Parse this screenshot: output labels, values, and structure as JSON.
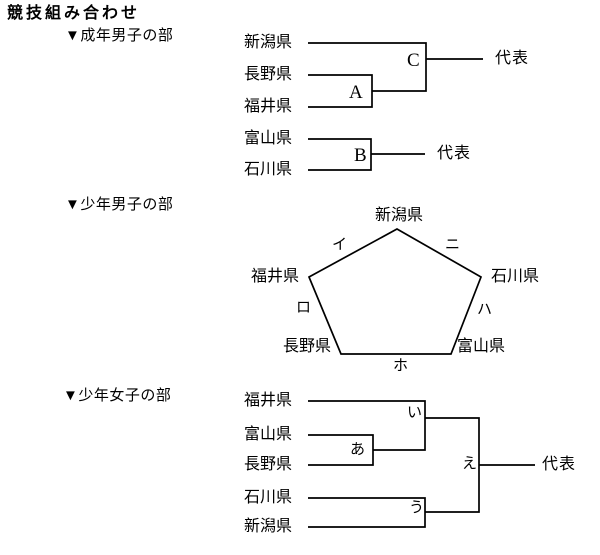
{
  "title": "競技組み合わせ",
  "colors": {
    "ink": "#000000",
    "background": "#ffffff"
  },
  "adult_men": {
    "heading": "▼成年男子の部",
    "upper": {
      "teams": [
        "新潟県",
        "長野県",
        "福井県"
      ],
      "matches": {
        "semi": "A",
        "final": "C"
      },
      "winner": "代表"
    },
    "lower": {
      "teams": [
        "富山県",
        "石川県"
      ],
      "matches": {
        "final": "B"
      },
      "winner": "代表"
    }
  },
  "junior_boys": {
    "heading": "▼少年男子の部",
    "teams": {
      "top": "新潟県",
      "right": "石川県",
      "bottom_right": "富山県",
      "bottom_left": "長野県",
      "left": "福井県"
    },
    "edge_labels": {
      "top_left": "イ",
      "top_right": "ニ",
      "left": "ロ",
      "right": "ハ",
      "bottom": "ホ"
    }
  },
  "junior_girls": {
    "heading": "▼少年女子の部",
    "teams": [
      "福井県",
      "富山県",
      "長野県",
      "石川県",
      "新潟県"
    ],
    "matches": {
      "first": "あ",
      "semi_top": "い",
      "semi_bottom": "う",
      "final": "え"
    },
    "winner": "代表"
  }
}
